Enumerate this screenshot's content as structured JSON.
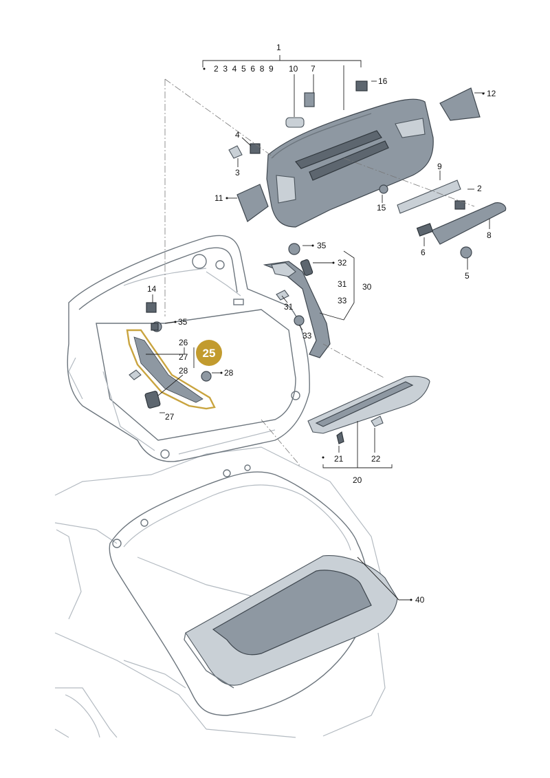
{
  "diagram": {
    "labels": [
      {
        "id": "1",
        "text": "1"
      },
      {
        "id": "1sub",
        "text": "2  3  4  5  6  8  9"
      },
      {
        "id": "10",
        "text": "10"
      },
      {
        "id": "7",
        "text": "7"
      },
      {
        "id": "16",
        "text": "16"
      },
      {
        "id": "12",
        "text": "12"
      },
      {
        "id": "4",
        "text": "4"
      },
      {
        "id": "3",
        "text": "3"
      },
      {
        "id": "9",
        "text": "9"
      },
      {
        "id": "2",
        "text": "2"
      },
      {
        "id": "11",
        "text": "11"
      },
      {
        "id": "15",
        "text": "15"
      },
      {
        "id": "8",
        "text": "8"
      },
      {
        "id": "6",
        "text": "6"
      },
      {
        "id": "5",
        "text": "5"
      },
      {
        "id": "35a",
        "text": "35"
      },
      {
        "id": "32",
        "text": "32"
      },
      {
        "id": "31a",
        "text": "31"
      },
      {
        "id": "30",
        "text": "30"
      },
      {
        "id": "33a",
        "text": "33"
      },
      {
        "id": "31b",
        "text": "31"
      },
      {
        "id": "33b",
        "text": "33"
      },
      {
        "id": "14",
        "text": "14"
      },
      {
        "id": "35b",
        "text": "35"
      },
      {
        "id": "26",
        "text": "26"
      },
      {
        "id": "27a",
        "text": "27"
      },
      {
        "id": "28a",
        "text": "28"
      },
      {
        "id": "28b",
        "text": "28"
      },
      {
        "id": "27b",
        "text": "27"
      },
      {
        "id": "21",
        "text": "21"
      },
      {
        "id": "22",
        "text": "22"
      },
      {
        "id": "20",
        "text": "20"
      },
      {
        "id": "40",
        "text": "40"
      }
    ],
    "highlight_badge": "25",
    "colors": {
      "highlight": "#c9a43f",
      "badge": "#c29b2e",
      "part": "#8e98a2"
    }
  }
}
